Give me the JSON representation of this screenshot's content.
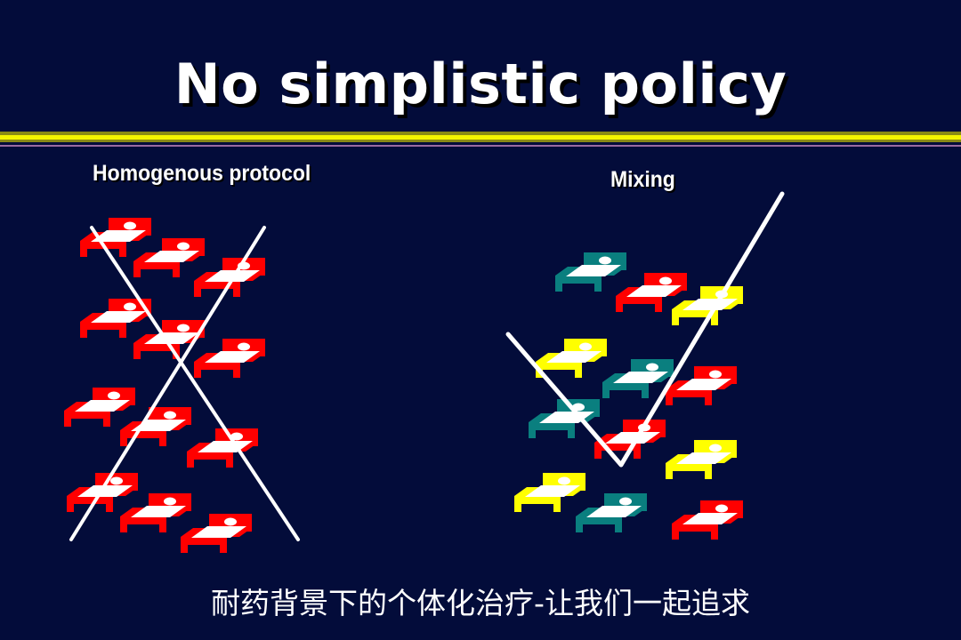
{
  "slide": {
    "title": "No simplistic policy",
    "left_label": "Homogenous protocol",
    "right_label": "Mixing",
    "caption": "耐药背景下的个体化治疗-让我们一起追求"
  },
  "colors": {
    "background": "#030c3a",
    "red": "#ff0000",
    "teal": "#0a7f7f",
    "yellow": "#ffff00",
    "white": "#ffffff"
  },
  "icons": {
    "bed": "hospital-bed-with-patient-icon",
    "cross": "x-cross-mark-icon",
    "check": "check-mark-icon"
  }
}
